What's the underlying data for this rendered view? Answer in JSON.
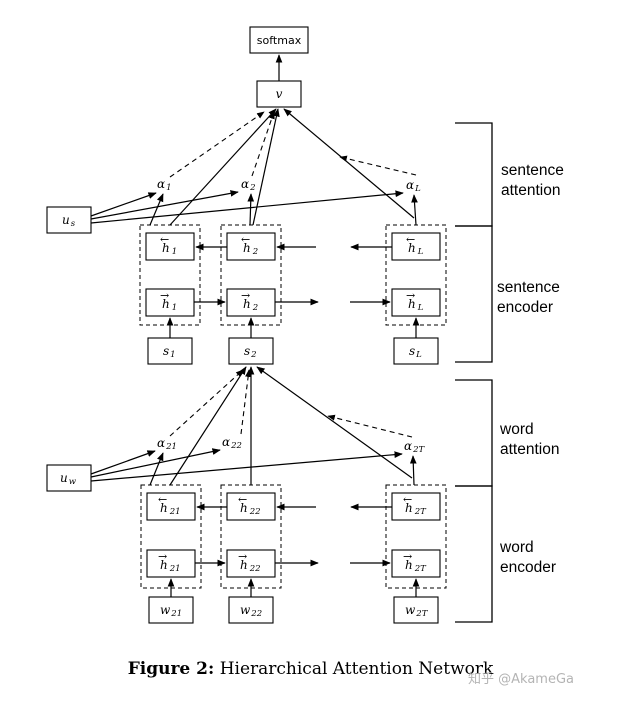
{
  "output": {
    "softmax": "softmax",
    "doc_vector": "v"
  },
  "sentence_level": {
    "context_vector": {
      "base": "u",
      "sub": "s"
    },
    "attention_weights": [
      {
        "base": "α",
        "sub": "1"
      },
      {
        "base": "α",
        "sub": "2"
      },
      {
        "base": "α",
        "sub": "L"
      }
    ],
    "backward_states": [
      {
        "base": "h",
        "sub": "1"
      },
      {
        "base": "h",
        "sub": "2"
      },
      {
        "base": "h",
        "sub": "L"
      }
    ],
    "forward_states": [
      {
        "base": "h",
        "sub": "1"
      },
      {
        "base": "h",
        "sub": "2"
      },
      {
        "base": "h",
        "sub": "L"
      }
    ],
    "inputs": [
      {
        "base": "s",
        "sub": "1"
      },
      {
        "base": "s",
        "sub": "2"
      },
      {
        "base": "s",
        "sub": "L"
      }
    ]
  },
  "word_level": {
    "context_vector": {
      "base": "u",
      "sub": "w"
    },
    "attention_weights": [
      {
        "base": "α",
        "sub": "21"
      },
      {
        "base": "α",
        "sub": "22"
      },
      {
        "base": "α",
        "sub": "2T"
      }
    ],
    "backward_states": [
      {
        "base": "h",
        "sub": "21"
      },
      {
        "base": "h",
        "sub": "22"
      },
      {
        "base": "h",
        "sub": "2T"
      }
    ],
    "forward_states": [
      {
        "base": "h",
        "sub": "21"
      },
      {
        "base": "h",
        "sub": "22"
      },
      {
        "base": "h",
        "sub": "2T"
      }
    ],
    "inputs": [
      {
        "base": "w",
        "sub": "21"
      },
      {
        "base": "w",
        "sub": "22"
      },
      {
        "base": "w",
        "sub": "2T"
      }
    ]
  },
  "sections": {
    "sentence_attention": [
      "sentence",
      "attention"
    ],
    "sentence_encoder": [
      "sentence",
      "encoder"
    ],
    "word_attention": [
      "word",
      "attention"
    ],
    "word_encoder": [
      "word",
      "encoder"
    ]
  },
  "caption": {
    "label": "Figure 2:",
    "text": "Hierarchical Attention Network"
  },
  "watermark": "知乎 @AkameGa"
}
